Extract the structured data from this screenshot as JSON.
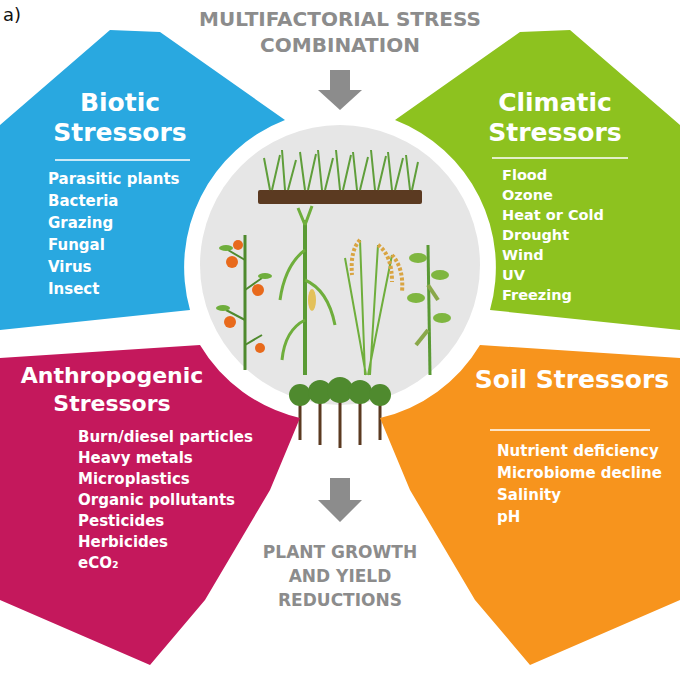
{
  "diagram": {
    "title": "MULTIFACTORIAL STRESS COMBINATION",
    "caption": "PLANT GROWTH AND YIELD REDUCTIONS",
    "nodes": [
      {
        "text": [
          "Biotic Stressors",
          "Parasitic plants",
          "Bacteria",
          "Grazing",
          "Fungal",
          "Virus",
          "Insect"
        ]
      },
      {
        "text": [
          "Climatic Stressors",
          "Flood",
          "Ozone",
          "Heat or Cold",
          "Drought",
          "Wind",
          "UV",
          "Freezing"
        ]
      },
      {
        "text": [
          "Anthropogenic Stressors",
          "Burn/diesel particles",
          "Heavy metals",
          "Microplastics",
          "Organic pollutants",
          "Pesticides",
          "Herbicides",
          "eCO₂"
        ]
      },
      {
        "text": [
          "Soil Stressors",
          "Nutrient deficiency",
          "Microbiome decline",
          "Salinity",
          "pH"
        ]
      }
    ],
    "labels": [
      "a)"
    ]
  }
}
